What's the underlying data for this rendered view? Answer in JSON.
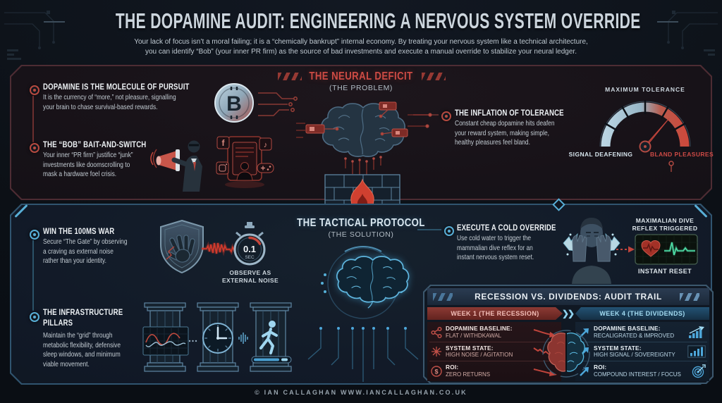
{
  "colors": {
    "accent_red": "#c5463b",
    "accent_red_text": "#cd4a45",
    "accent_blue": "#56aad6",
    "accent_blue_text": "#8fd2ef",
    "panel_red_border": "#4d2c33",
    "panel_blue_border": "#30546f",
    "text_light": "#dde5eb"
  },
  "icons": {
    "bitcoin": "B",
    "facebook": "f",
    "tiktok_note": "♪",
    "dollar": "$",
    "chevron_right": "❯"
  },
  "header": {
    "title": "THE DOPAMINE AUDIT: ENGINEERING A NERVOUS SYSTEM OVERRIDE",
    "subtitle": "Your lack of focus isn’t a moral failing; it is a “chemically bankrupt” internal economy. By treating your nervous system like a technical architecture,\nyou can identify “Bob” (your inner PR firm) as the source of bad investments and execute a manual override to stabilize your neural ledger."
  },
  "problem": {
    "section_title": "THE NEURAL DEFICIT",
    "section_subtitle": "(THE PROBLEM)",
    "item1": {
      "title": "DOPAMINE IS THE MOLECULE OF PURSUIT",
      "body": "It is the currency of “more,” not pleasure, signalling\nyour brain to chase survival-based rewards."
    },
    "item2": {
      "title": "THE “BOB” BAIT-AND-SWITCH",
      "body": "Your inner “PR firm” justifice “junk”\ninvestments like doomscrolling to\nmask a hardware foel crisis."
    },
    "item3": {
      "title": "THE INFLATION OF TOLERANCE",
      "body": "Constant cheap dopamine hits deafen\nyour reward system, making simple,\nhealthy pleasures feel bland."
    },
    "gauge": {
      "top": "MAXIMUM TOLERANCE",
      "left": "SIGNAL DEAFENING",
      "right": "BLAND PLEASURES"
    }
  },
  "solution": {
    "section_title": "THE TACTICAL PROTOCOL",
    "section_subtitle": "(THE SOLUTION)",
    "item1": {
      "title": "WIN THE 100MS WAR",
      "body": "Secure “The Gate” by observing\na craving as external noise\nrather than your identity."
    },
    "item2": {
      "title": "THE INFRASTRUCTURE\nPILLARS",
      "body": "Maintain the “grid” through\nmetabolic flexibility, defensive\nsleep windows, and minimum\nviable movement."
    },
    "item3": {
      "title": "EXECUTE A COLD OVERRIDE",
      "body": "Use cold water to trigger the\nmammalian dive reflex for an\ninstant nervous system reset."
    },
    "stopwatch": {
      "value": "0.1",
      "unit": "SEC",
      "caption": "OBSERVE AS\nEXTERNAL NOISE"
    },
    "override": {
      "status": "MAXIMALIAN DIVE\nREFLEX TRIGGERED",
      "result": "INSTANT RESET"
    }
  },
  "audit": {
    "title": "RECESSION VS. DIVIDENDS: AUDIT TRAIL",
    "col1": "WEEK 1 (THE RECESSION)",
    "col2": "WEEK 4 (THE DIVIDENDS)",
    "week1": [
      {
        "label": "DOPAMINE BASELINE:",
        "value": "FLAT / WITHDKAWAL"
      },
      {
        "label": "SYSTEM STATE:",
        "value": "HIGH NOISE / AGITATION"
      },
      {
        "label": "ROI:",
        "value": "ZERO RETURNS"
      }
    ],
    "week4": [
      {
        "label": "DOPAMINE BASELINE:",
        "value": "RECALIGRATED & IMPROVED"
      },
      {
        "label": "SYSTEM STATE:",
        "value": "HIGH SIGNAL / SOVEREIGNTY"
      },
      {
        "label": "ROI:",
        "value": "COMPOUND INTEREST / FOCUS"
      }
    ]
  },
  "footer": {
    "credit": "© IAN CALLAGHAN   WWW.IANCALLAGHAN.CO.UK"
  }
}
